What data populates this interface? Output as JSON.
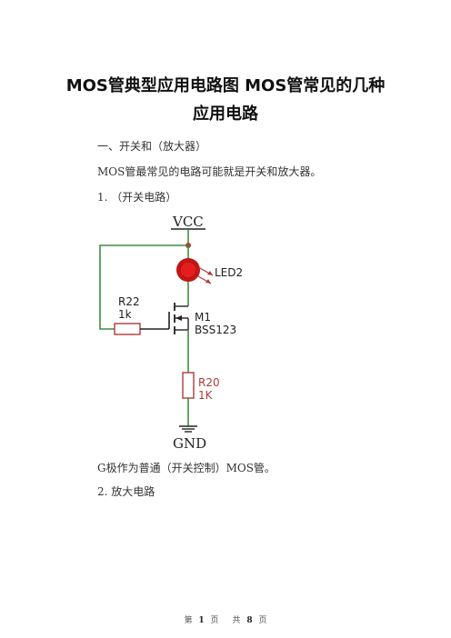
{
  "title": {
    "line1": "MOS管典型应用电路图  MOS管常见的几种",
    "line2": "应用电路"
  },
  "section1_heading": "一、开关和（放大器）",
  "intro": "MOS管最常见的电路可能就是开关和放大器。",
  "item1": "1.  （开关电路）",
  "circuit": {
    "vcc": "VCC",
    "led": "LED2",
    "r22_name": "R22",
    "r22_value": "1k",
    "m1_name": "M1",
    "m1_part": "BSS123",
    "r20_name": "R20",
    "r20_value": "1K",
    "gnd": "GND",
    "colors": {
      "wire_green": "#3f8f3f",
      "component_red": "#b03a3a",
      "led_red": "#e41e1e",
      "label": "#222222"
    }
  },
  "note": "G极作为普通（开关控制）MOS管。",
  "item2": "2.  放大电路",
  "footer": {
    "prefix": "第",
    "page": "1",
    "mid1": "页",
    "mid2": "共",
    "total": "8",
    "suffix": "页"
  }
}
